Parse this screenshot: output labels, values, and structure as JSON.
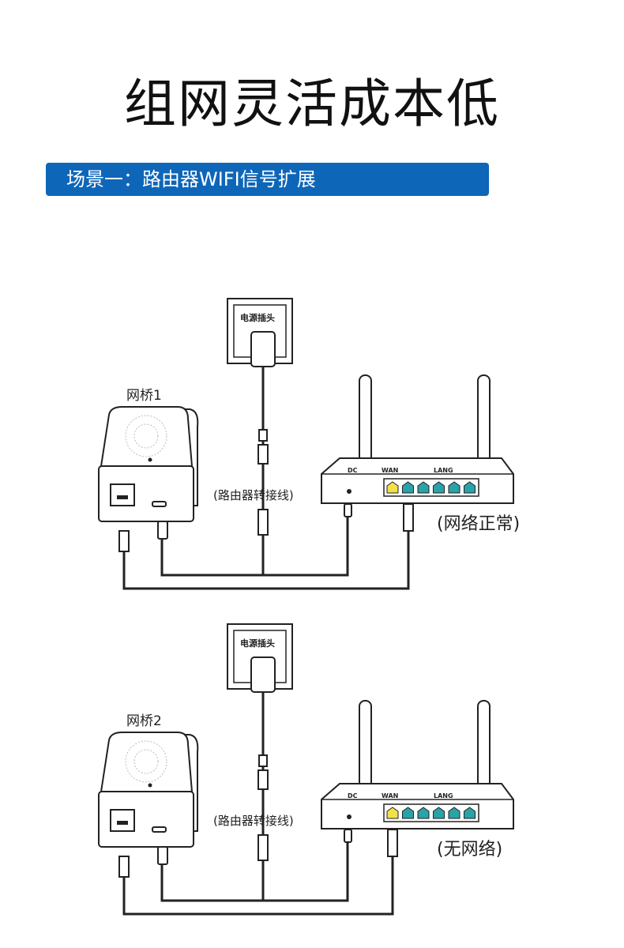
{
  "title": "组网灵活成本低",
  "scenario_banner": "场景一：路由器WIFI信号扩展",
  "diagrams": [
    {
      "socket_label": "电源插头",
      "bridge_label": "网桥1",
      "cable_label": "(路由器转接线)",
      "router_ports": {
        "dc": "DC",
        "wan": "WAN",
        "lan": "LANG"
      },
      "status_label": "(网络正常)",
      "router_cable_port": "LAN"
    },
    {
      "socket_label": "电源插头",
      "bridge_label": "网桥2",
      "cable_label": "(路由器转接线)",
      "router_ports": {
        "dc": "DC",
        "wan": "WAN",
        "lan": "LANG"
      },
      "status_label": "(无网络)",
      "router_cable_port": "WAN"
    }
  ],
  "colors": {
    "banner": "#0e66b8",
    "wan_port": "#f3e04a",
    "lan_port": "#2aa3a8"
  }
}
